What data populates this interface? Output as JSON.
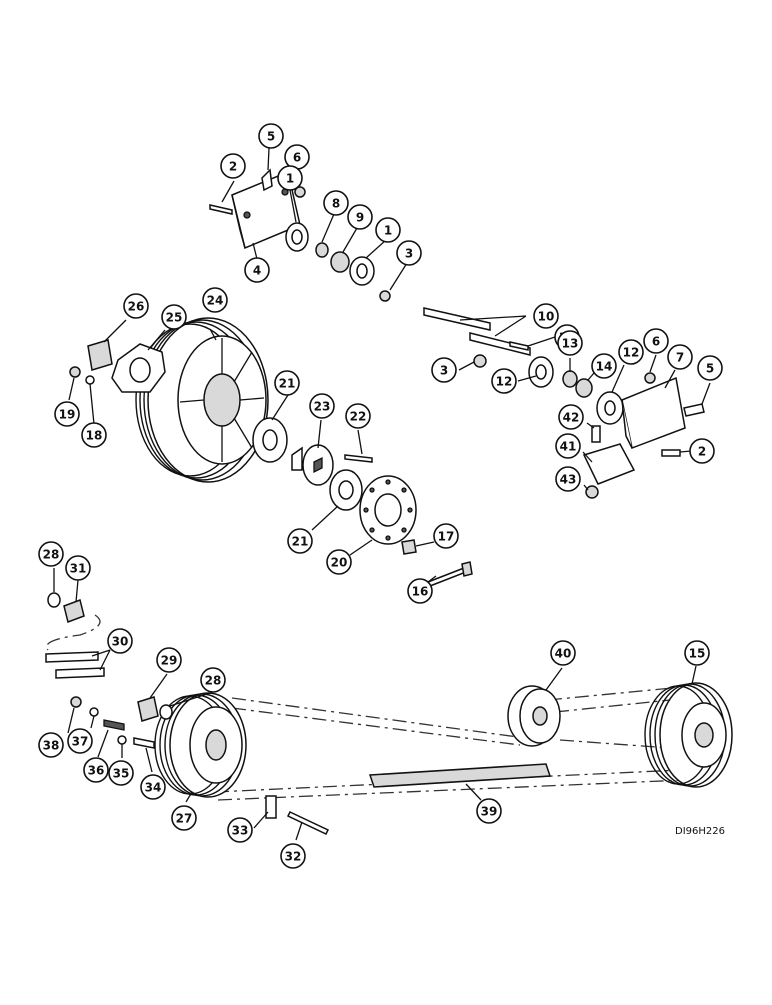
{
  "drawing_code": "DI96H226",
  "callouts": {
    "c1a": "1",
    "c1b": "1",
    "c2a": "2",
    "c2b": "2",
    "c3a": "3",
    "c3b": "3",
    "c4": "4",
    "c5a": "5",
    "c5b": "5",
    "c6a": "6",
    "c6b": "6",
    "c7": "7",
    "c8": "8",
    "c9": "9",
    "c10": "10",
    "c11": "11",
    "c12a": "12",
    "c12b": "12",
    "c13": "13",
    "c14": "14",
    "c15": "15",
    "c16": "16",
    "c17": "17",
    "c18": "18",
    "c19": "19",
    "c20": "20",
    "c21a": "21",
    "c21b": "21",
    "c22": "22",
    "c23": "23",
    "c24": "24",
    "c25": "25",
    "c26": "26",
    "c27": "27",
    "c28a": "28",
    "c28b": "28",
    "c29": "29",
    "c30": "30",
    "c31": "31",
    "c32": "32",
    "c33": "33",
    "c34": "34",
    "c35": "35",
    "c36": "36",
    "c37": "37",
    "c38": "38",
    "c39": "39",
    "c40": "40",
    "c41": "41",
    "c42": "42",
    "c43": "43"
  }
}
